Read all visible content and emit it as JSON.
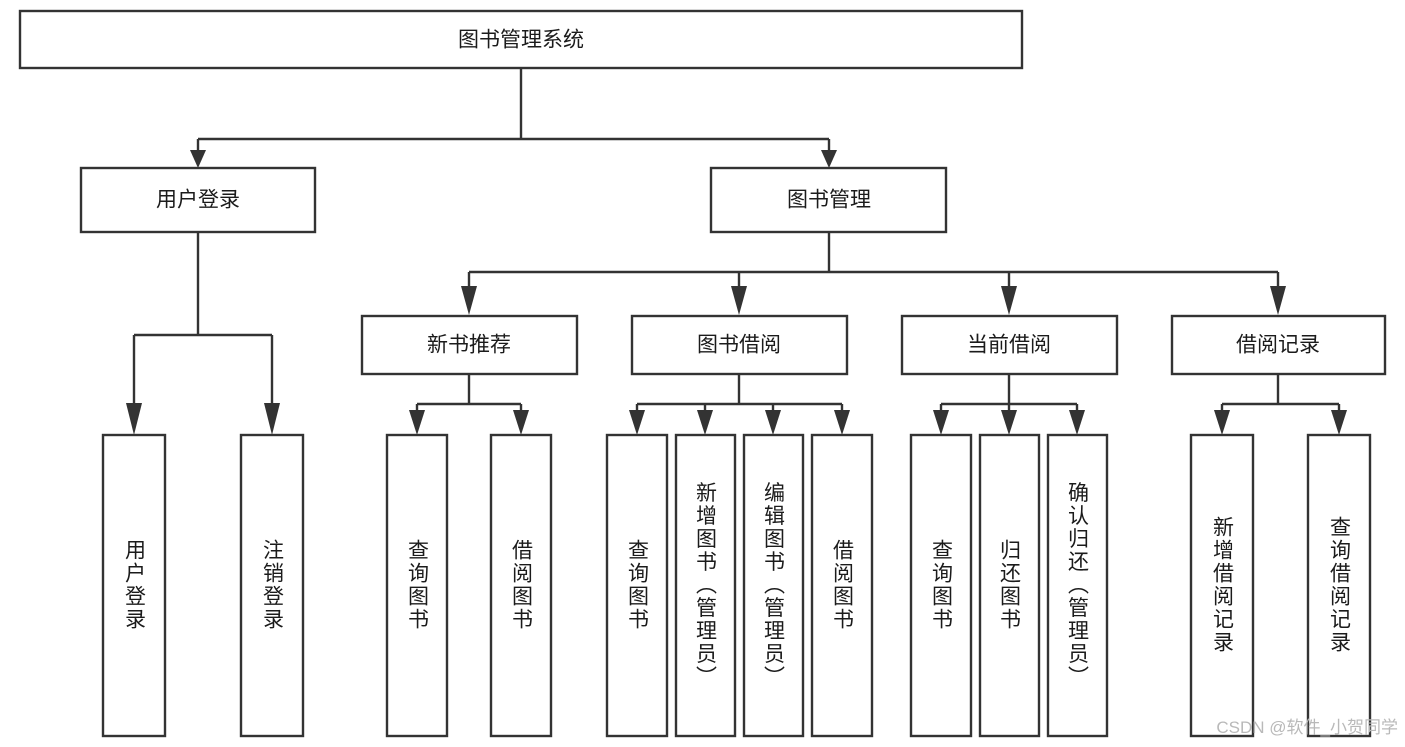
{
  "diagram": {
    "type": "tree",
    "title": "图书管理系统",
    "orientation": "top-down",
    "colors": {
      "box_fill": "#ffffff",
      "box_stroke": "#333333",
      "text": "#1b1b1b",
      "watermark": "#b9b9b9",
      "background": "#ffffff"
    },
    "levels": {
      "root": {
        "id": "root",
        "label": "图书管理系统",
        "orientation": "horizontal"
      },
      "level1": [
        {
          "id": "user-login",
          "label": "用户登录",
          "orientation": "horizontal"
        },
        {
          "id": "book-management",
          "label": "图书管理",
          "orientation": "horizontal"
        }
      ],
      "level2": [
        {
          "id": "new-book-recommend",
          "label": "新书推荐",
          "orientation": "horizontal",
          "parent": "book-management"
        },
        {
          "id": "book-borrow",
          "label": "图书借阅",
          "orientation": "horizontal",
          "parent": "book-management"
        },
        {
          "id": "current-borrow",
          "label": "当前借阅",
          "orientation": "horizontal",
          "parent": "book-management"
        },
        {
          "id": "borrow-record",
          "label": "借阅记录",
          "orientation": "horizontal",
          "parent": "book-management"
        }
      ],
      "leaves": [
        {
          "id": "leaf-user-login",
          "label": "用户登录",
          "orientation": "vertical",
          "parent": "user-login"
        },
        {
          "id": "leaf-user-logout",
          "label": "注销登录",
          "orientation": "vertical",
          "parent": "user-login"
        },
        {
          "id": "leaf-query-book-1",
          "label": "查询图书",
          "orientation": "vertical",
          "parent": "new-book-recommend"
        },
        {
          "id": "leaf-borrow-book-1",
          "label": "借阅图书",
          "orientation": "vertical",
          "parent": "new-book-recommend"
        },
        {
          "id": "leaf-query-book-2",
          "label": "查询图书",
          "orientation": "vertical",
          "parent": "book-borrow"
        },
        {
          "id": "leaf-add-book",
          "label": "新增图书（管理员）",
          "orientation": "vertical",
          "parent": "book-borrow"
        },
        {
          "id": "leaf-edit-book",
          "label": "编辑图书（管理员）",
          "orientation": "vertical",
          "parent": "book-borrow"
        },
        {
          "id": "leaf-borrow-book-2",
          "label": "借阅图书",
          "orientation": "vertical",
          "parent": "book-borrow"
        },
        {
          "id": "leaf-query-book-3",
          "label": "查询图书",
          "orientation": "vertical",
          "parent": "current-borrow"
        },
        {
          "id": "leaf-return-book",
          "label": "归还图书",
          "orientation": "vertical",
          "parent": "current-borrow"
        },
        {
          "id": "leaf-confirm-return",
          "label": "确认归还（管理员）",
          "orientation": "vertical",
          "parent": "current-borrow"
        },
        {
          "id": "leaf-add-record",
          "label": "新增借阅记录",
          "orientation": "vertical",
          "parent": "borrow-record"
        },
        {
          "id": "leaf-query-record",
          "label": "查询借阅记录",
          "orientation": "vertical",
          "parent": "borrow-record"
        }
      ]
    },
    "watermark": "CSDN @软件_小贺同学"
  }
}
